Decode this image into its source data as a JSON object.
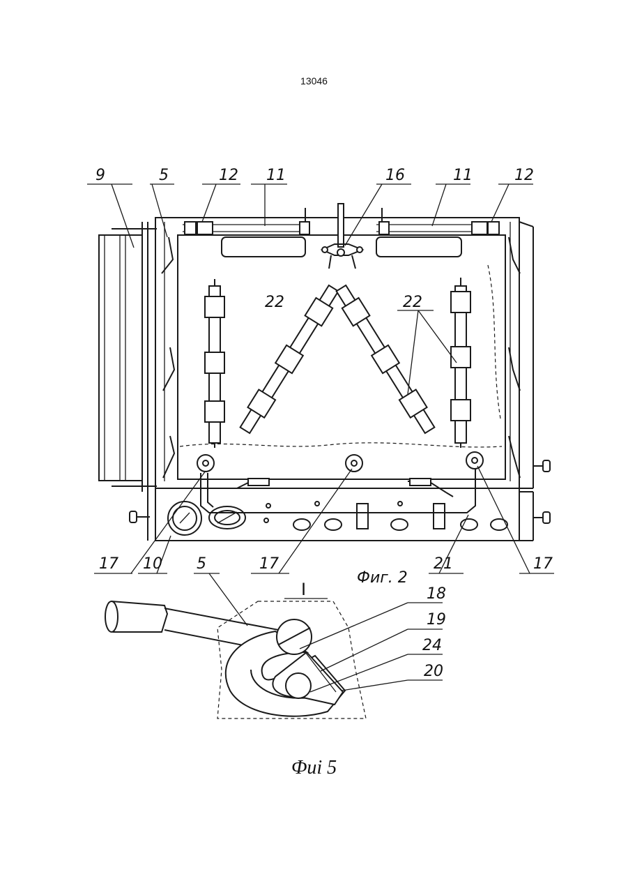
{
  "page_number": "13046",
  "figure2": {
    "caption": "Фиг. 2",
    "labels": {
      "l9": "9",
      "l5": "5",
      "l12a": "12",
      "l11a": "11",
      "l16": "16",
      "l11b": "11",
      "l12b": "12",
      "l22a": "22",
      "l22b": "22",
      "l17a": "17",
      "l10": "10",
      "l17b": "17",
      "l21": "21",
      "l17c": "17"
    }
  },
  "detail": {
    "title": "I",
    "labels": {
      "l5": "5",
      "l18": "18",
      "l19": "19",
      "l24": "24",
      "l20": "20"
    }
  },
  "caption": "Фиі 5"
}
